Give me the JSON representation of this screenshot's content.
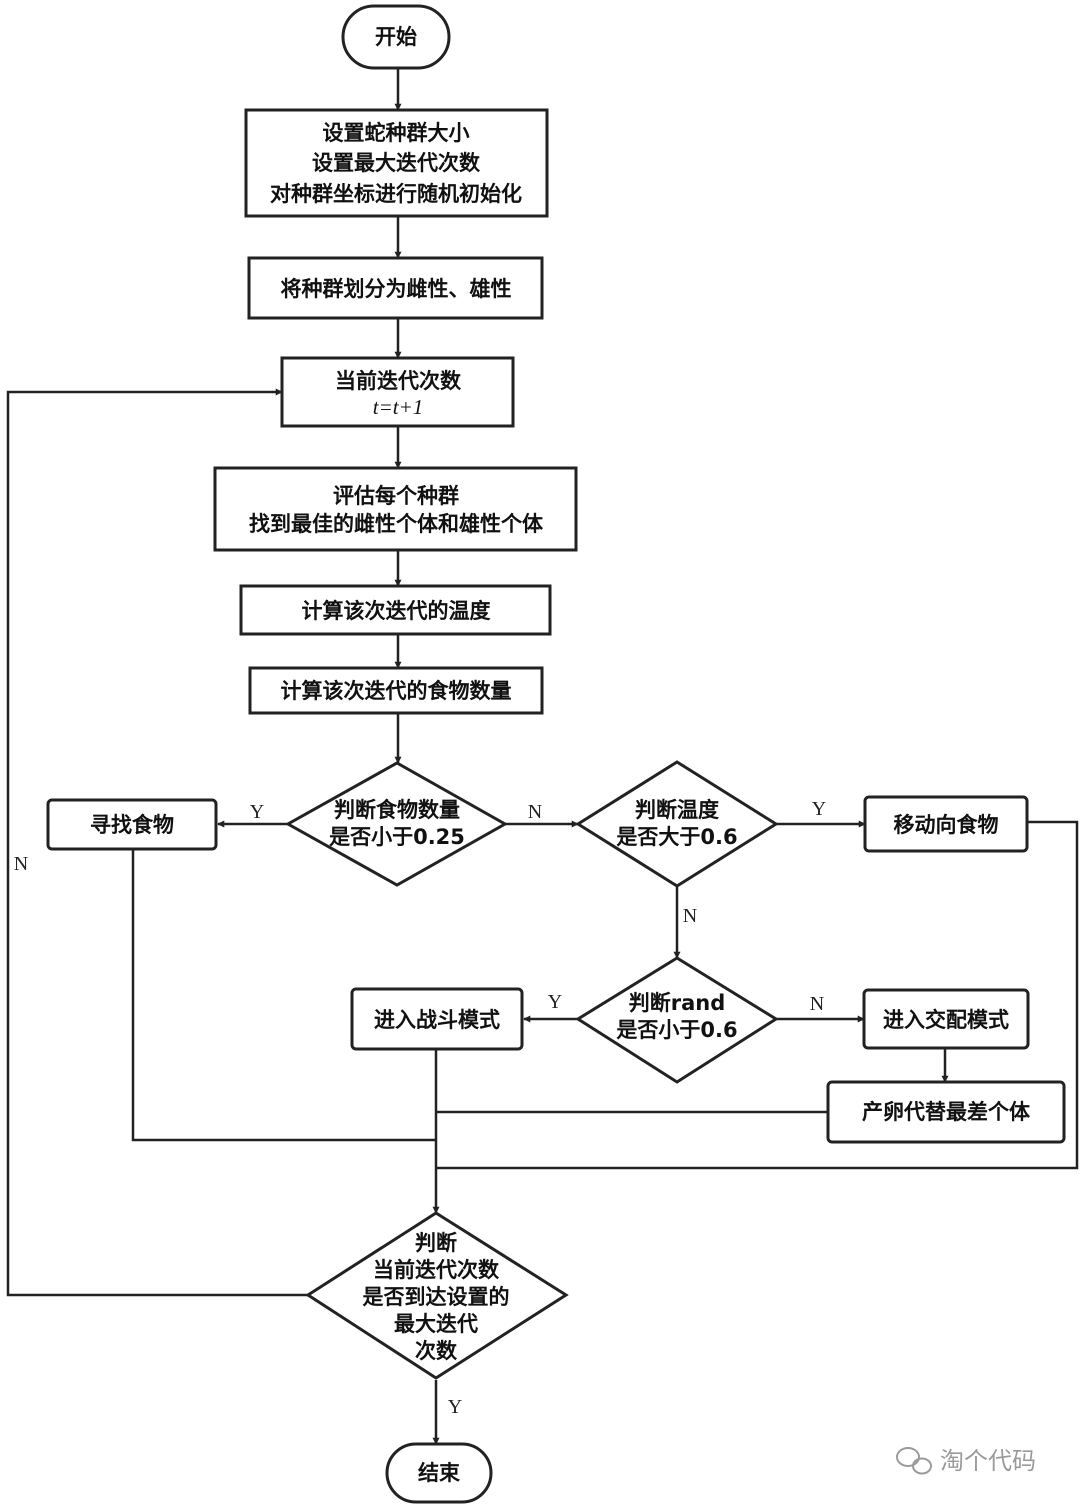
{
  "nodes": {
    "start": "开始",
    "init_1": "设置蛇种群大小",
    "init_2": "设置最大迭代次数",
    "init_3": "对种群坐标进行随机初始化",
    "split": "将种群划分为雌性、雄性",
    "iter_1": "当前迭代次数",
    "iter_2": "t=t+1",
    "eval_1": "评估每个种群",
    "eval_2": "找到最佳的雌性个体和雄性个体",
    "temp": "计算该次迭代的温度",
    "food": "计算该次迭代的食物数量",
    "dec_food_1": "判断食物数量",
    "dec_food_2": "是否小于0.25",
    "search_food": "寻找食物",
    "dec_temp_1": "判断温度",
    "dec_temp_2": "是否大于0.6",
    "move_food": "移动向食物",
    "dec_rand_1": "判断rand",
    "dec_rand_2": "是否小于0.6",
    "fight": "进入战斗模式",
    "mate": "进入交配模式",
    "egg": "产卵代替最差个体",
    "dec_end_1": "判断",
    "dec_end_2": "当前迭代次数",
    "dec_end_3": "是否到达设置的",
    "dec_end_4": "最大迭代",
    "dec_end_5": "次数",
    "end": "结束"
  },
  "edge_labels": {
    "food_yes": "Y",
    "food_no": "N",
    "temp_yes": "Y",
    "temp_no": "N",
    "rand_yes": "Y",
    "rand_no": "N",
    "loop_no": "N",
    "end_yes": "Y"
  },
  "watermark": "淘个代码"
}
